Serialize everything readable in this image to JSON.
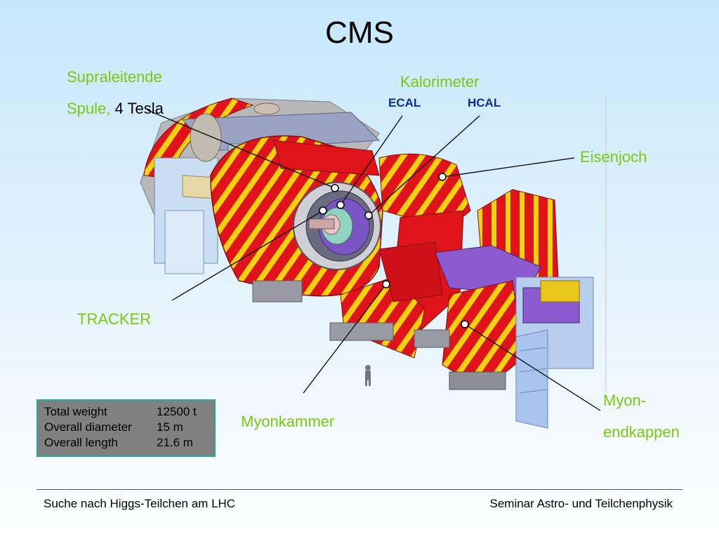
{
  "title": "CMS",
  "labels": {
    "supraleitende_line1": "Supraleitende",
    "spule_word": "Spule",
    "spule_comma": ",",
    "tesla": " 4 Tesla",
    "kalorimeter": "Kalorimeter",
    "ecal": "ECAL",
    "hcal": "HCAL",
    "eisenjoch": "Eisenjoch",
    "tracker": "TRACKER",
    "myonkammer": "Myonkammer",
    "myon_line1": "Myon-",
    "myon_line2": "endkappen"
  },
  "specs": [
    {
      "key": "Total weight",
      "value": "12500 t"
    },
    {
      "key": "Overall diameter",
      "value": "15 m"
    },
    {
      "key": "Overall length",
      "value": "21.6 m"
    }
  ],
  "footer": {
    "left": "Suche nach Higgs-Teilchen am LHC",
    "right": "Seminar Astro- und Teilchenphysik"
  },
  "colors": {
    "label_green": "#7ac90e",
    "subsystem_blue": "#0a2f9c",
    "magnet_red": "#e0131a",
    "magnet_yellow": "#f5d20a",
    "support_blue": "#a9c4ee"
  }
}
